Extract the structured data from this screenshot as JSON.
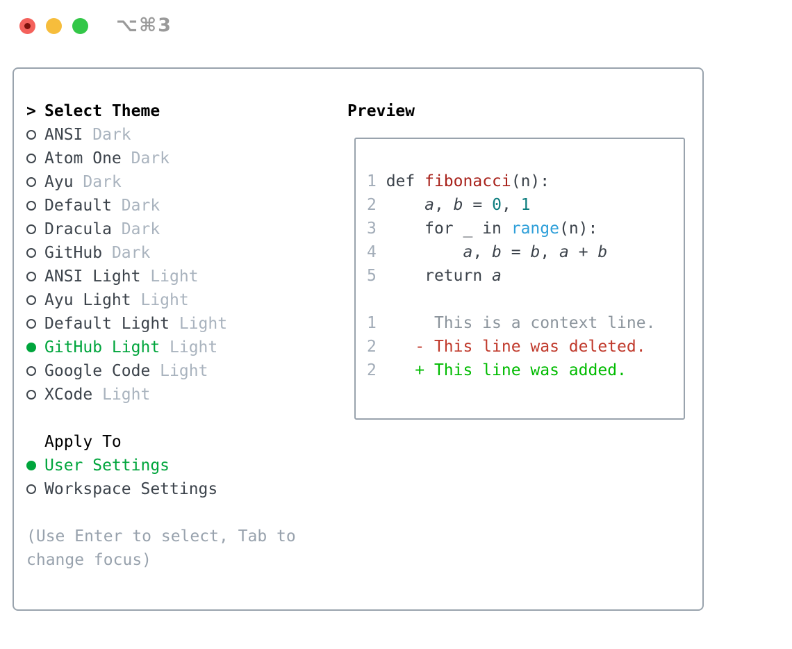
{
  "window": {
    "title": "⌥⌘3"
  },
  "colors": {
    "border": "#99a3ad",
    "text": "#3c434b",
    "muted": "#a9b3be",
    "hint": "#98a2ad",
    "green": "#00a53c",
    "add-green": "#00bb00",
    "del-red": "#c0392b",
    "fn-red": "#a8221b",
    "num-teal": "#0c7d7e",
    "bi-blue": "#2e9fd9",
    "ctx-gray": "#8b949c",
    "lineno": "#a2acb8",
    "title-gray": "#9a9a9a",
    "tl-red": "#f4615b",
    "tl-red-dot": "#7e120b",
    "tl-yellow": "#f6bd3c",
    "tl-green": "#33c748"
  },
  "theme_select": {
    "prompt": ">",
    "title": "Select Theme",
    "themes": [
      {
        "label": "ANSI",
        "variant": "Dark",
        "selected": false
      },
      {
        "label": "Atom One",
        "variant": "Dark",
        "selected": false
      },
      {
        "label": "Ayu",
        "variant": "Dark",
        "selected": false
      },
      {
        "label": "Default",
        "variant": "Dark",
        "selected": false
      },
      {
        "label": "Dracula",
        "variant": "Dark",
        "selected": false
      },
      {
        "label": "GitHub",
        "variant": "Dark",
        "selected": false
      },
      {
        "label": "ANSI Light",
        "variant": "Light",
        "selected": false
      },
      {
        "label": "Ayu Light",
        "variant": "Light",
        "selected": false
      },
      {
        "label": "Default Light",
        "variant": "Light",
        "selected": false
      },
      {
        "label": "GitHub Light",
        "variant": "Light",
        "selected": true
      },
      {
        "label": "Google Code",
        "variant": "Light",
        "selected": false
      },
      {
        "label": "XCode",
        "variant": "Light",
        "selected": false
      }
    ]
  },
  "apply_to": {
    "title": "Apply To",
    "options": [
      {
        "label": "User Settings",
        "selected": true
      },
      {
        "label": "Workspace Settings",
        "selected": false
      }
    ]
  },
  "hint": "(Use Enter to select, Tab to change focus)",
  "preview": {
    "title": "Preview",
    "lines": [
      [
        {
          "t": "1",
          "c": "ln"
        },
        {
          "t": " def ",
          "c": "code"
        },
        {
          "t": "fibonacci",
          "c": "fn"
        },
        {
          "t": "(n):",
          "c": "code"
        }
      ],
      [
        {
          "t": "2",
          "c": "ln"
        },
        {
          "t": "     ",
          "c": "code"
        },
        {
          "t": "a",
          "c": "var"
        },
        {
          "t": ", ",
          "c": "code"
        },
        {
          "t": "b",
          "c": "var"
        },
        {
          "t": " = ",
          "c": "code"
        },
        {
          "t": "0",
          "c": "num"
        },
        {
          "t": ", ",
          "c": "code"
        },
        {
          "t": "1",
          "c": "num"
        }
      ],
      [
        {
          "t": "3",
          "c": "ln"
        },
        {
          "t": "     for _ in ",
          "c": "code"
        },
        {
          "t": "range",
          "c": "bi"
        },
        {
          "t": "(n):",
          "c": "code"
        }
      ],
      [
        {
          "t": "4",
          "c": "ln"
        },
        {
          "t": "         ",
          "c": "code"
        },
        {
          "t": "a",
          "c": "var"
        },
        {
          "t": ", ",
          "c": "code"
        },
        {
          "t": "b",
          "c": "var"
        },
        {
          "t": " = ",
          "c": "code"
        },
        {
          "t": "b",
          "c": "var"
        },
        {
          "t": ", ",
          "c": "code"
        },
        {
          "t": "a",
          "c": "var"
        },
        {
          "t": " + ",
          "c": "code"
        },
        {
          "t": "b",
          "c": "var"
        }
      ],
      [
        {
          "t": "5",
          "c": "ln"
        },
        {
          "t": "     return ",
          "c": "code"
        },
        {
          "t": "a",
          "c": "var"
        }
      ],
      [],
      [
        {
          "t": "1",
          "c": "ln"
        },
        {
          "t": "      This is a context line.",
          "c": "ctx"
        }
      ],
      [
        {
          "t": "2",
          "c": "ln"
        },
        {
          "t": "    - This line was deleted.",
          "c": "del"
        }
      ],
      [
        {
          "t": "2",
          "c": "ln"
        },
        {
          "t": "    + This line was added.",
          "c": "add"
        }
      ]
    ]
  }
}
